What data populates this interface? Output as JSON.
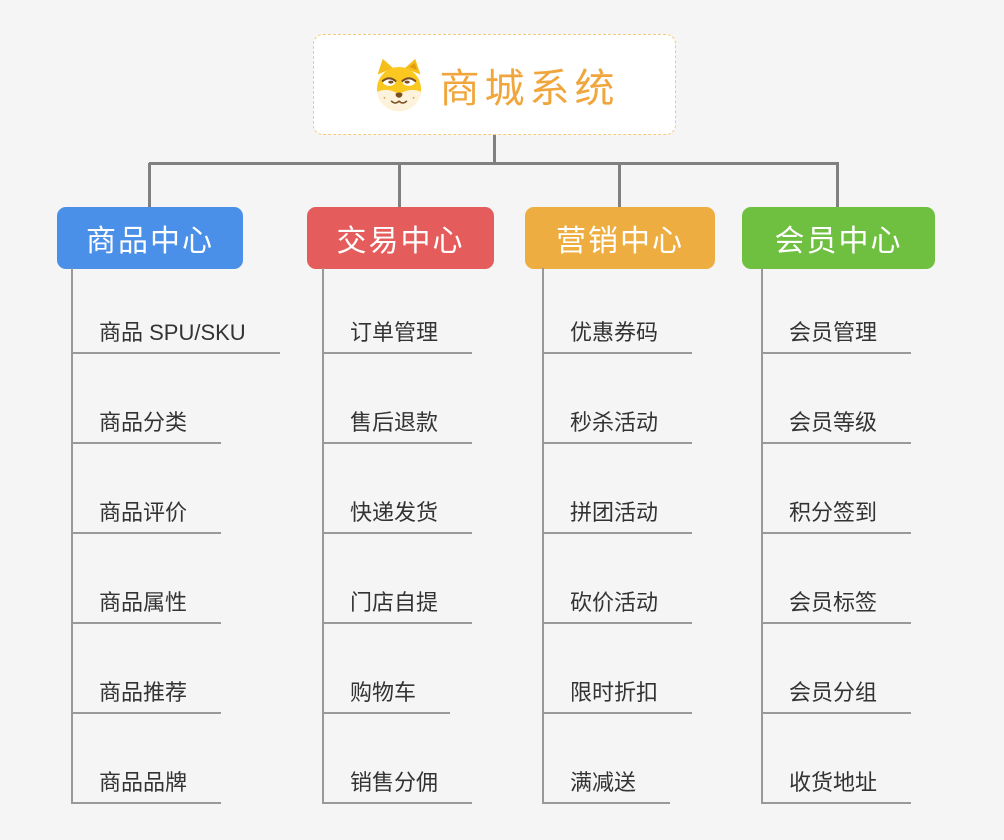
{
  "root": {
    "label": "商城系统",
    "icon": "dog-icon",
    "text_color": "#f0a63c",
    "border_color": "#f5c87a",
    "background": "#ffffff"
  },
  "branches": [
    {
      "label": "商品中心",
      "color": "#4a8fe8",
      "children": [
        "商品 SPU/SKU",
        "商品分类",
        "商品评价",
        "商品属性",
        "商品推荐",
        "商品品牌"
      ]
    },
    {
      "label": "交易中心",
      "color": "#e55c5c",
      "children": [
        "订单管理",
        "售后退款",
        "快递发货",
        "门店自提",
        "购物车",
        "销售分佣"
      ]
    },
    {
      "label": "营销中心",
      "color": "#eead40",
      "children": [
        "优惠券码",
        "秒杀活动",
        "拼团活动",
        "砍价活动",
        "限时折扣",
        "满减送"
      ]
    },
    {
      "label": "会员中心",
      "color": "#6fc040",
      "children": [
        "会员管理",
        "会员等级",
        "积分签到",
        "会员标签",
        "会员分组",
        "收货地址"
      ]
    }
  ],
  "colors": {
    "canvas_background": "#f5f5f5",
    "connector": "#808080",
    "leaf_line": "#999999",
    "leaf_text": "#333333"
  }
}
